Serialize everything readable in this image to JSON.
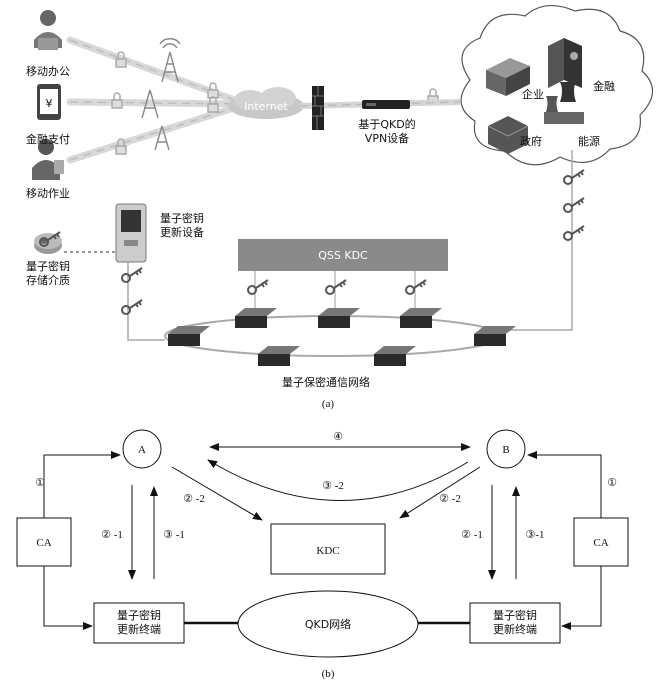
{
  "panel_a": {
    "left_labels": [
      "移动办公",
      "金融支付",
      "移动作业"
    ],
    "storage_label": [
      "量子密钥",
      "存储介质"
    ],
    "updater_label": [
      "量子密钥",
      "更新设备"
    ],
    "internet": "Internet",
    "vpn_label": [
      "基于QKD的",
      "VPN设备"
    ],
    "cloud_labels": {
      "enterprise": "企业",
      "finance": "金融",
      "government": "政府",
      "energy": "能源"
    },
    "kdc": "QSS KDC",
    "network_label": "量子保密通信网络",
    "caption": "(a)",
    "icon_glyphs": {
      "phone_symbol": "¥"
    }
  },
  "panel_b": {
    "node_a": "A",
    "node_b": "B",
    "ca_left": "CA",
    "ca_right": "CA",
    "kdc": "KDC",
    "network": "QKD网络",
    "terminal_left": [
      "量子密钥",
      "更新终端"
    ],
    "terminal_right": [
      "量子密钥",
      "更新终端"
    ],
    "step_ca_left": "①",
    "step_ca_right": "①",
    "step_top": "④",
    "step_arc": "③ -2",
    "step_a_kdc": "② -2",
    "step_b_kdc": "② -2",
    "step_a_down": "② -1",
    "step_a_up": "③ -1",
    "step_b_down": "② -1",
    "step_b_up": "③-1",
    "caption": "(b)"
  }
}
